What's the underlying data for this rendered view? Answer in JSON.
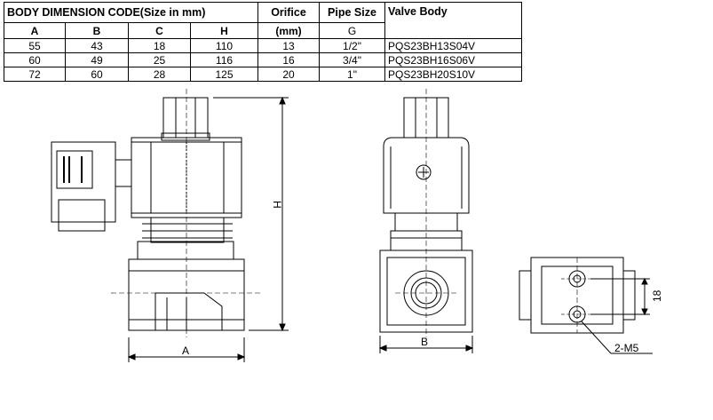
{
  "table": {
    "title": "BODY DIMENSION CODE(Size in mm)",
    "col_headers": [
      "A",
      "B",
      "C",
      "H"
    ],
    "orifice_header": "Orifice",
    "orifice_unit": "(mm)",
    "pipe_header": "Pipe Size",
    "pipe_unit": "G",
    "valve_header": "Valve Body",
    "rows": [
      {
        "a": "55",
        "b": "43",
        "c": "18",
        "h": "110",
        "orifice": "13",
        "pipe": "1/2\"",
        "valve": "PQS23BH13S04V"
      },
      {
        "a": "60",
        "b": "49",
        "c": "25",
        "h": "116",
        "orifice": "16",
        "pipe": "3/4\"",
        "valve": "PQS23BH16S06V"
      },
      {
        "a": "72",
        "b": "60",
        "c": "28",
        "h": "125",
        "orifice": "20",
        "pipe": "1\"",
        "valve": "PQS23BH20S10V"
      }
    ]
  },
  "drawing": {
    "dim_a": "A",
    "dim_b": "B",
    "dim_h": "H",
    "dim_18": "18",
    "dim_m5": "2-M5"
  }
}
